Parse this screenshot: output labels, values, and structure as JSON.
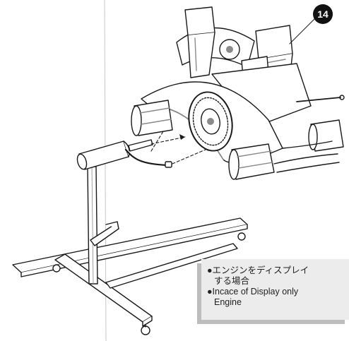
{
  "illustration": {
    "step_number": "14",
    "stroke_color": "#1a1a1a",
    "shade_color": "#8a8a8a"
  },
  "caption": {
    "jp_line1": "●エンジンをディスプレイ",
    "jp_line2": "する場合",
    "en_line1": "●Incace of Display only",
    "en_line2": "Engine"
  }
}
